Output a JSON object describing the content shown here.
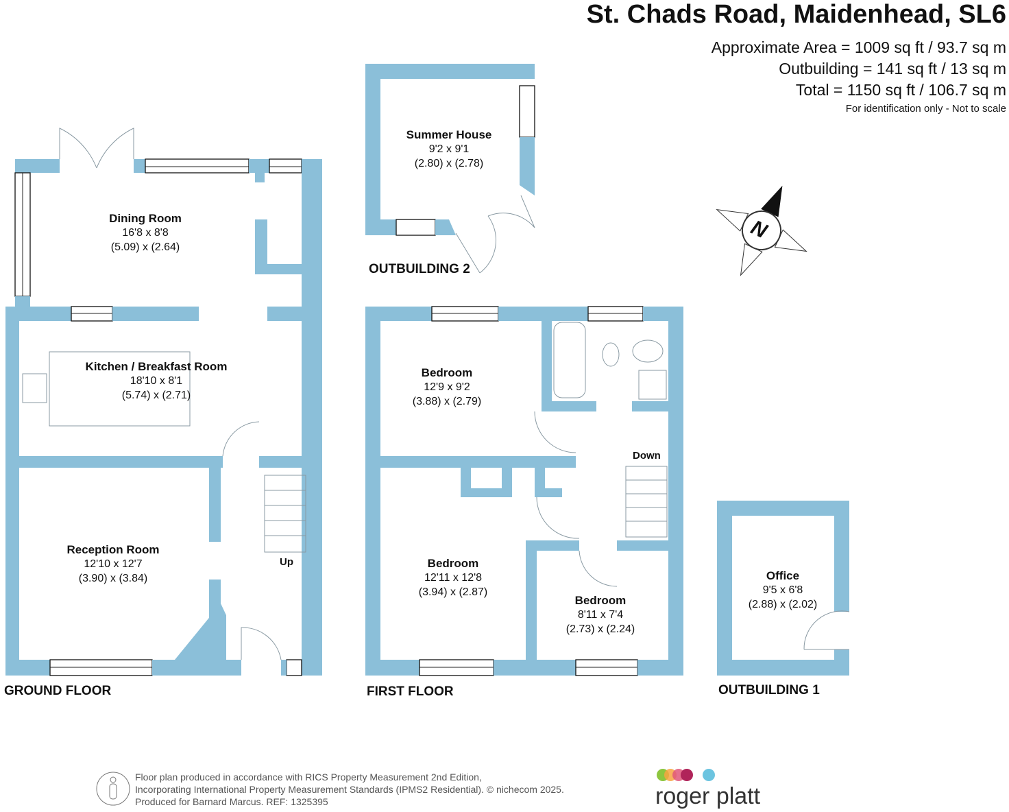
{
  "header": {
    "title": "St. Chads Road, Maidenhead, SL6",
    "area_lines": [
      "Approximate Area = 1009 sq ft / 93.7 sq m",
      "Outbuilding = 141 sq ft / 13 sq m",
      "Total = 1150 sq ft / 106.7 sq m"
    ],
    "disclaimer": "For identification only - Not to scale"
  },
  "floors": {
    "ground": "GROUND FLOOR",
    "first": "FIRST FLOOR",
    "outbuilding1": "OUTBUILDING 1",
    "outbuilding2": "OUTBUILDING 2"
  },
  "rooms": [
    {
      "name": "Dining Room",
      "imperial": "16'8 x 8'8",
      "metric": "(5.09) x (2.64)"
    },
    {
      "name": "Kitchen / Breakfast Room",
      "imperial": "18'10 x 8'1",
      "metric": "(5.74) x (2.71)"
    },
    {
      "name": "Reception Room",
      "imperial": "12'10 x 12'7",
      "metric": "(3.90) x (3.84)"
    },
    {
      "name": "Summer House",
      "imperial": "9'2 x 9'1",
      "metric": "(2.80) x (2.78)"
    },
    {
      "name": "Bedroom",
      "imperial": "12'9 x 9'2",
      "metric": "(3.88) x (2.79)"
    },
    {
      "name": "Bedroom",
      "imperial": "12'11 x 12'8",
      "metric": "(3.94) x (2.87)"
    },
    {
      "name": "Bedroom",
      "imperial": "8'11 x 7'4",
      "metric": "(2.73) x (2.24)"
    },
    {
      "name": "Office",
      "imperial": "9'5 x 6'8",
      "metric": "(2.88) x (2.02)"
    }
  ],
  "stairs": {
    "up": "Up",
    "down": "Down"
  },
  "compass": {
    "label": "N"
  },
  "footer": {
    "lines": [
      "Floor plan produced in accordance with RICS Property Measurement 2nd Edition,",
      "Incorporating International Property Measurement Standards (IPMS2 Residential).   © nichecom 2025.",
      "Produced for Barnard Marcus.   REF:  1325395"
    ],
    "brand": "roger platt",
    "brand_colors": [
      "#8dc63f",
      "#f7a541",
      "#e0577a",
      "#b0245a",
      "#6cc4e0"
    ]
  },
  "colors": {
    "wall": "#8bbfd9"
  }
}
